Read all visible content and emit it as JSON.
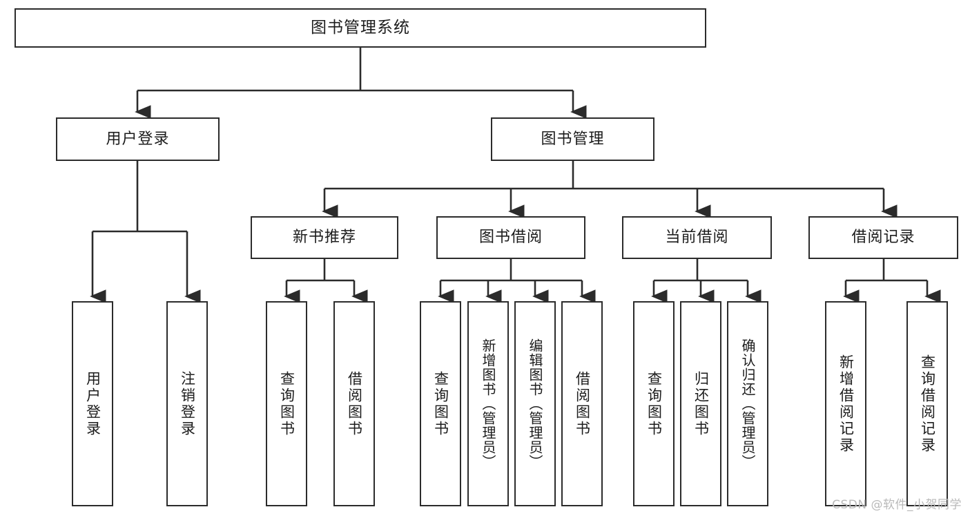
{
  "diagram": {
    "title": "图书管理系统",
    "type": "hierarchy-tree",
    "levels": 4,
    "root": {
      "id": "root",
      "label": "图书管理系统"
    },
    "level2": [
      {
        "id": "user-login",
        "label": "用户登录"
      },
      {
        "id": "book-manage",
        "label": "图书管理"
      }
    ],
    "level3": [
      {
        "id": "new-book-rec",
        "label": "新书推荐",
        "parent": "book-manage"
      },
      {
        "id": "book-borrow",
        "label": "图书借阅",
        "parent": "book-manage"
      },
      {
        "id": "current-borrow",
        "label": "当前借阅",
        "parent": "book-manage"
      },
      {
        "id": "borrow-record",
        "label": "借阅记录",
        "parent": "book-manage"
      }
    ],
    "leaves": [
      {
        "id": "leaf-user-login",
        "label": "用户登录",
        "parent": "user-login"
      },
      {
        "id": "leaf-logout",
        "label": "注销登录",
        "parent": "user-login"
      },
      {
        "id": "leaf-query-book-1",
        "label": "查询图书",
        "parent": "new-book-rec"
      },
      {
        "id": "leaf-borrow-book-1",
        "label": "借阅图书",
        "parent": "new-book-rec"
      },
      {
        "id": "leaf-query-book-2",
        "label": "查询图书",
        "parent": "book-borrow"
      },
      {
        "id": "leaf-add-book",
        "label": "新增图书（管理员）",
        "parent": "book-borrow"
      },
      {
        "id": "leaf-edit-book",
        "label": "编辑图书（管理员）",
        "parent": "book-borrow"
      },
      {
        "id": "leaf-borrow-book-2",
        "label": "借阅图书",
        "parent": "book-borrow"
      },
      {
        "id": "leaf-query-book-3",
        "label": "查询图书",
        "parent": "current-borrow"
      },
      {
        "id": "leaf-return-book",
        "label": "归还图书",
        "parent": "current-borrow"
      },
      {
        "id": "leaf-confirm-return",
        "label": "确认归还（管理员）",
        "parent": "current-borrow"
      },
      {
        "id": "leaf-add-record",
        "label": "新增借阅记录",
        "parent": "borrow-record"
      },
      {
        "id": "leaf-query-record",
        "label": "查询借阅记录",
        "parent": "borrow-record"
      }
    ],
    "colors": {
      "stroke": "#2b2b2b",
      "fill": "#ffffff",
      "text": "#1c1c1c",
      "watermark": "#b9b9b9"
    }
  },
  "watermark": {
    "text": "CSDN @软件_小贺同学"
  }
}
